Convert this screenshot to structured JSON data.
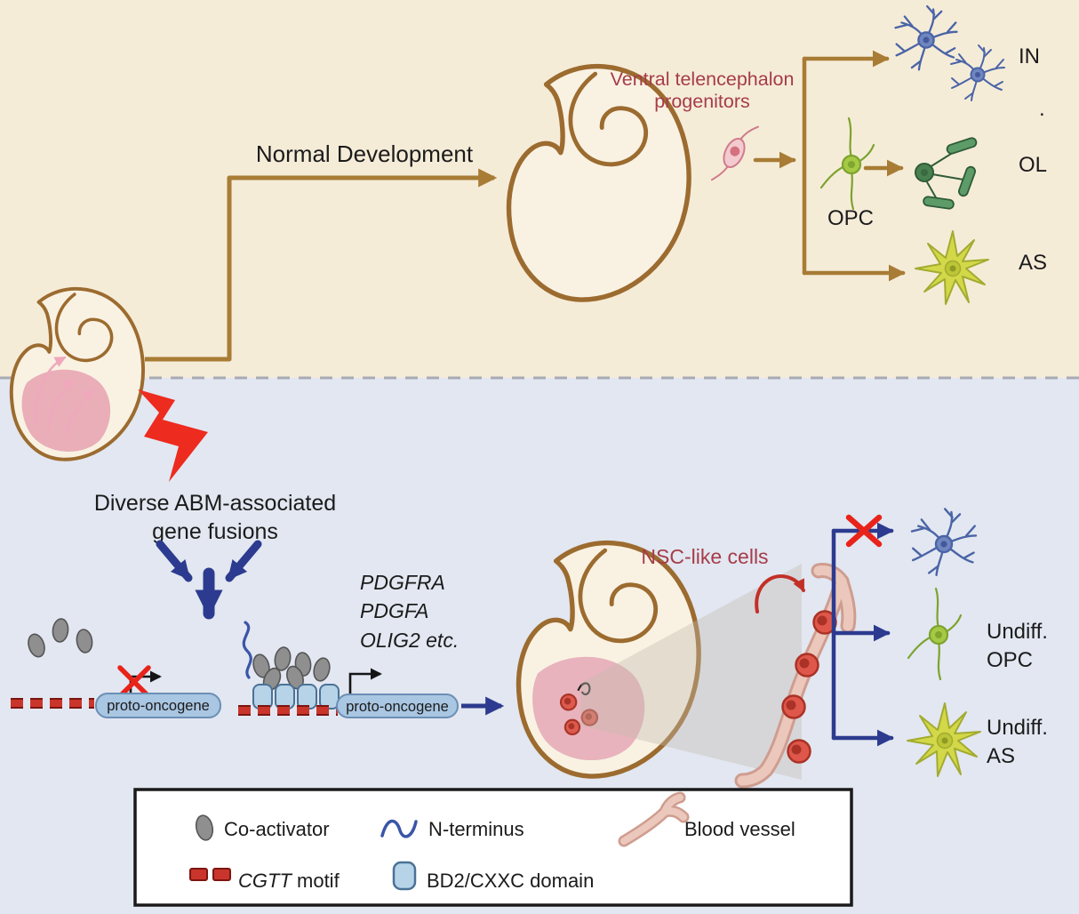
{
  "colors": {
    "top_bg": "#f5ecd8",
    "bottom_bg": "#e2e7f1",
    "brain_fill": "#f9f2e3",
    "brain_outline": "#9c6b2f",
    "arrow_brown": "#a87c35",
    "arrow_blue": "#2c3b8f",
    "label_dark_red": "#a63c49",
    "red_x": "#e8231a",
    "motif_red": "#c9352a",
    "gene_box_fill": "#a9c6e2",
    "domain_blue_fill": "#b7d3e8"
  },
  "top_panel": {
    "arrow_label": "Normal Development",
    "progenitor_label_line1": "Ventral telencephalon",
    "progenitor_label_line2": "progenitors",
    "opc_label": "OPC",
    "interneuron_label": "IN",
    "oligodendrocyte_label": "OL",
    "astrocyte_label": "AS",
    "stray_period": "."
  },
  "bottom_panel": {
    "fusion_label_line1": "Diverse ABM-associated",
    "fusion_label_line2": "gene fusions",
    "gene_line1": "PDGFRA",
    "gene_line2": "PDGFA",
    "gene_line3": "OLIG2 etc.",
    "proto_oncogene_left": "proto-oncogene",
    "proto_oncogene_right": "proto-oncogene",
    "nsc_label": "NSC-like cells",
    "undiff_opc_line1": "Undiff.",
    "undiff_opc_line2": "OPC",
    "undiff_as_line1": "Undiff.",
    "undiff_as_line2": "AS"
  },
  "legend": {
    "co_activator": "Co-activator",
    "n_terminus": "N-terminus",
    "blood_vessel": "Blood vessel",
    "cgtt_gene": "CGTT",
    "cgtt_rest": " motif",
    "bd2_domain": "BD2/CXXC domain"
  }
}
